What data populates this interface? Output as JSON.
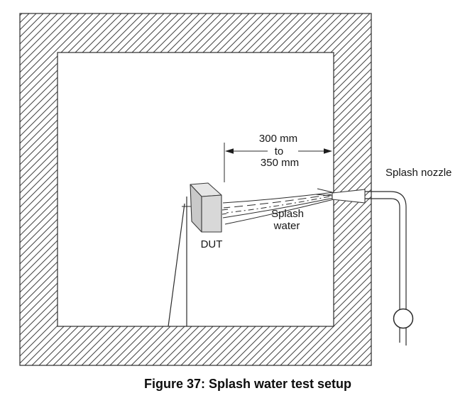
{
  "figure": {
    "caption": "Figure 37: Splash water test setup"
  },
  "labels": {
    "dimension_line1": "300 mm",
    "dimension_line2": "to",
    "dimension_line3": "350 mm",
    "splash_nozzle": "Splash nozzle",
    "splash_water_line1": "Splash",
    "splash_water_line2": "water",
    "dut": "DUT"
  },
  "dimension": {
    "min_distance_mm": 300,
    "max_distance_mm": 350
  },
  "colors": {
    "background": "#ffffff",
    "line": "#2b2b2b",
    "hatch_line": "#424242",
    "dut_front": "#d8d8d8",
    "dut_top": "#e6e6e6",
    "dut_side": "#c9c9c9",
    "text": "#161616"
  }
}
